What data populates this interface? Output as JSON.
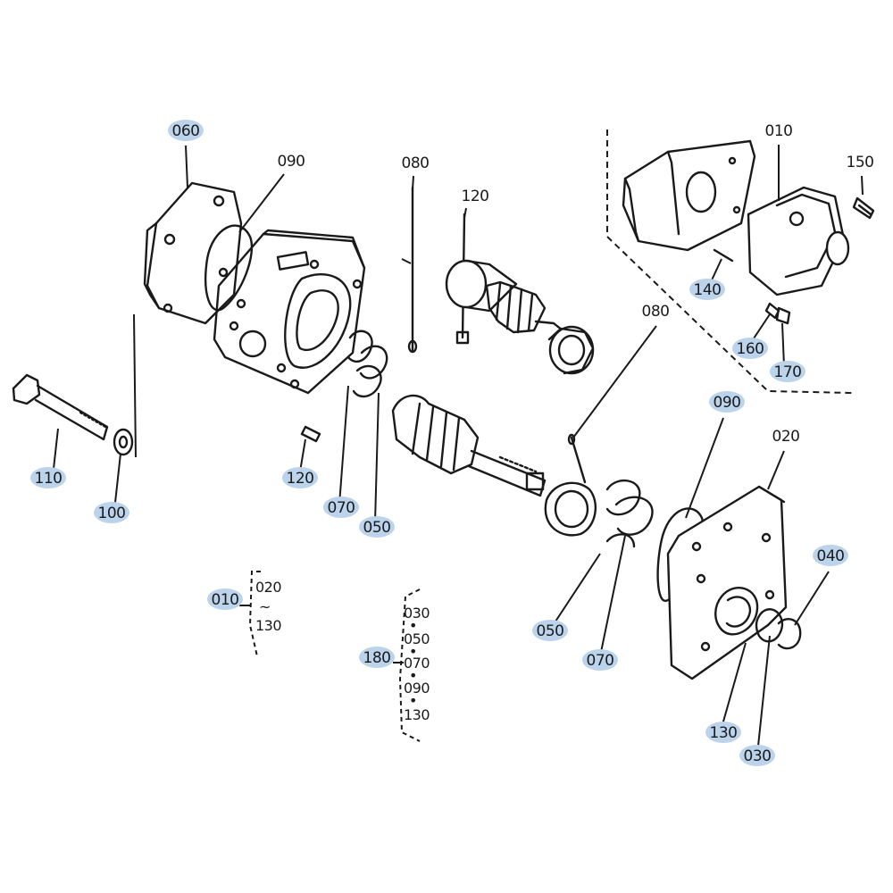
{
  "diagram": {
    "callouts": [
      {
        "id": "c060",
        "label": "060",
        "highlight": true
      },
      {
        "id": "c090a",
        "label": "090",
        "highlight": false
      },
      {
        "id": "c080a",
        "label": "080",
        "highlight": false
      },
      {
        "id": "c120a",
        "label": "120",
        "highlight": false
      },
      {
        "id": "c010a",
        "label": "010",
        "highlight": false
      },
      {
        "id": "c150",
        "label": "150",
        "highlight": false
      },
      {
        "id": "c140",
        "label": "140",
        "highlight": true
      },
      {
        "id": "c160",
        "label": "160",
        "highlight": true
      },
      {
        "id": "c170",
        "label": "170",
        "highlight": true
      },
      {
        "id": "c080b",
        "label": "080",
        "highlight": false
      },
      {
        "id": "c090b",
        "label": "090",
        "highlight": true
      },
      {
        "id": "c020",
        "label": "020",
        "highlight": false
      },
      {
        "id": "c040",
        "label": "040",
        "highlight": true
      },
      {
        "id": "c110",
        "label": "110",
        "highlight": true
      },
      {
        "id": "c100",
        "label": "100",
        "highlight": true
      },
      {
        "id": "c120b",
        "label": "120",
        "highlight": true
      },
      {
        "id": "c070a",
        "label": "070",
        "highlight": true
      },
      {
        "id": "c050a",
        "label": "050",
        "highlight": true
      },
      {
        "id": "c050b",
        "label": "050",
        "highlight": true
      },
      {
        "id": "c070b",
        "label": "070",
        "highlight": true
      },
      {
        "id": "c130",
        "label": "130",
        "highlight": true
      },
      {
        "id": "c030",
        "label": "030",
        "highlight": true
      },
      {
        "id": "c010b",
        "label": "010",
        "highlight": true
      },
      {
        "id": "c180",
        "label": "180",
        "highlight": true
      }
    ],
    "group_010": {
      "from": "020",
      "to": "130",
      "range_mark": "~"
    },
    "group_180": {
      "items": [
        "030",
        "050",
        "070",
        "090",
        "130"
      ],
      "separator": "•"
    }
  }
}
